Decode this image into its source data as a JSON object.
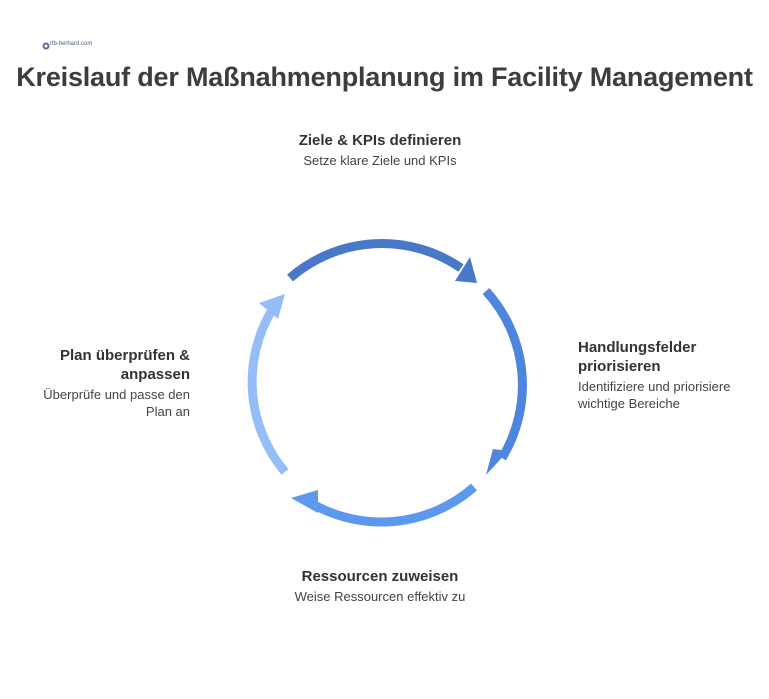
{
  "logo": {
    "text": "rlb-berhard.com"
  },
  "title": "Kreislauf der Maßnahmenplanung im Facility Management",
  "colors": {
    "arrow_top": "#4a78c9",
    "arrow_right": "#4f86dd",
    "arrow_bottom": "#5b98ee",
    "arrow_left": "#95bdf7"
  },
  "steps": [
    {
      "title": "Ziele & KPIs definieren",
      "desc": "Setze klare Ziele und KPIs"
    },
    {
      "title": "Handlungsfelder priorisieren",
      "desc": "Identifiziere und priorisiere wichtige Bereiche"
    },
    {
      "title": "Ressourcen zuweisen",
      "desc": "Weise Ressourcen effektiv zu"
    },
    {
      "title": "Plan überprüfen & anpassen",
      "desc": "Überprüfe und passe den Plan an"
    }
  ]
}
